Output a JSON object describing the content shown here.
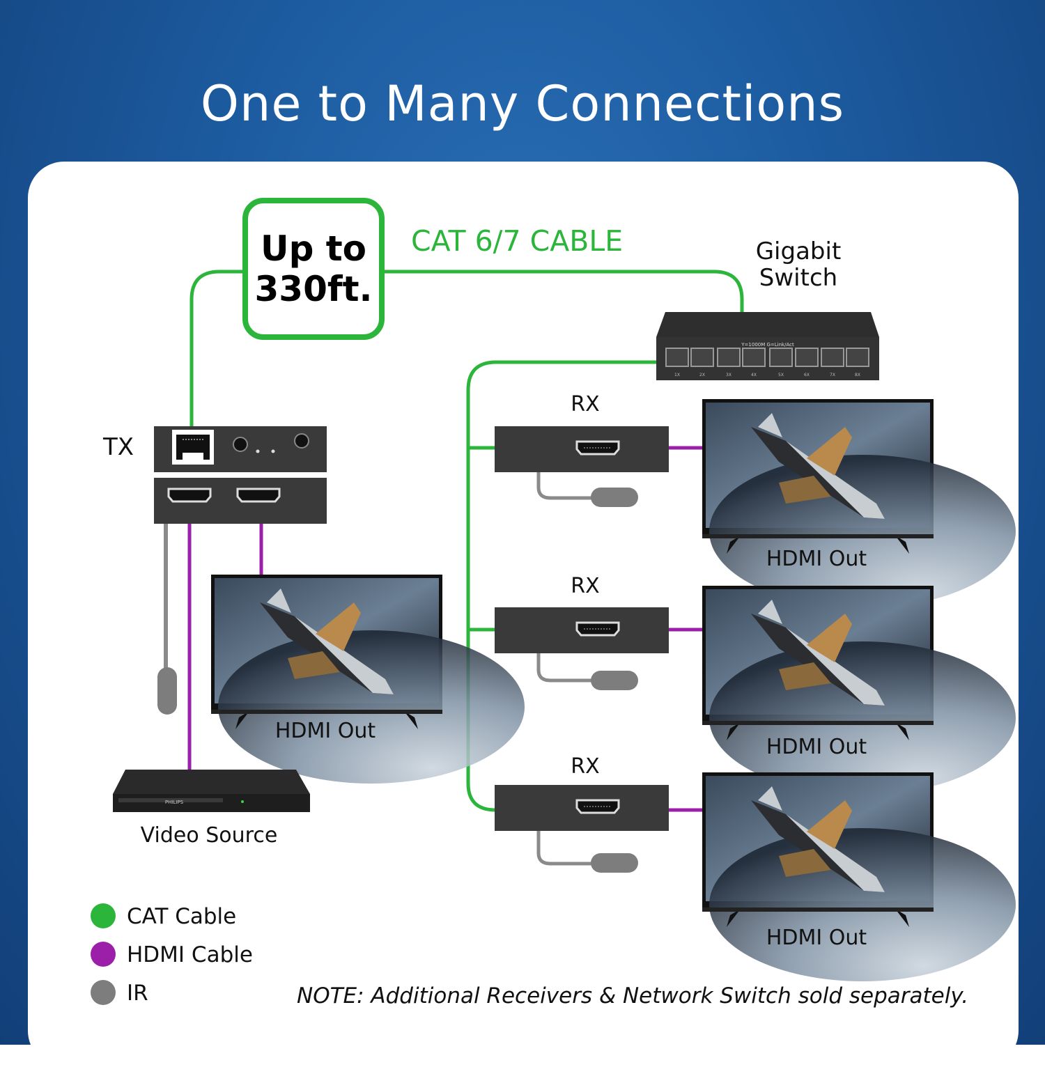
{
  "title": "One to Many Connections",
  "range": {
    "line1": "Up to",
    "line2": "330ft."
  },
  "cable_label": "CAT 6/7 CABLE",
  "switch_label": {
    "line1": "Gigabit",
    "line2": "Switch"
  },
  "switch_port_header": "Y=1000M G=Link/Act",
  "switch_ports": [
    "1X",
    "2X",
    "3X",
    "4X",
    "5X",
    "6X",
    "7X",
    "8X"
  ],
  "tx_label": "TX",
  "rx_label": "RX",
  "tv_label": "HDMI Out",
  "source_label": "Video Source",
  "source_brand": "PHILIPS",
  "legend": [
    {
      "label": "CAT Cable",
      "color": "#2bb53a"
    },
    {
      "label": "HDMI Cable",
      "color": "#9b1fa8"
    },
    {
      "label": "IR",
      "color": "#7d7d7d"
    }
  ],
  "note": "NOTE: Additional Receivers & Network Switch sold separately.",
  "colors": {
    "cat": "#2bb53a",
    "hdmi": "#9b1fa8",
    "ir": "#8a8a8a",
    "device": "#3a3a3a"
  }
}
